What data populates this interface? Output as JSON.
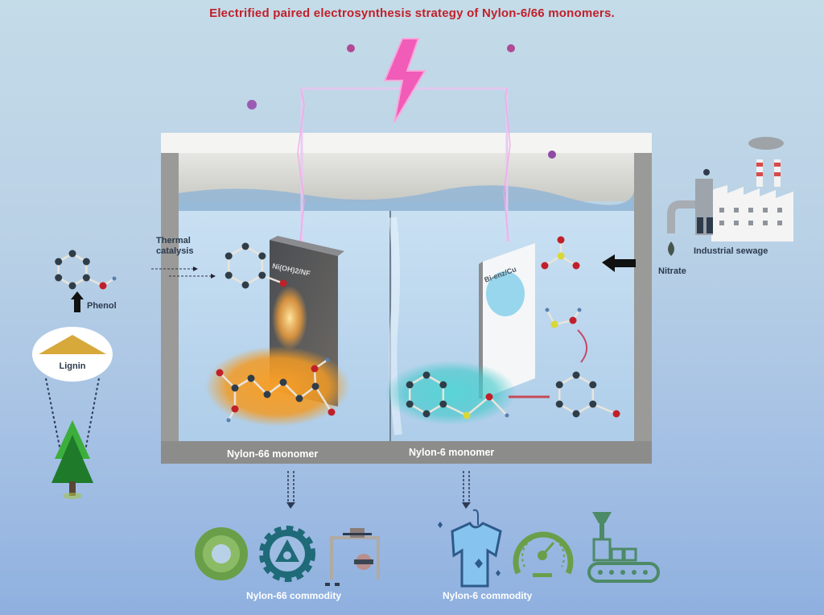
{
  "title": "Electrified paired electrosynthesis strategy of Nylon-6/66 monomers.",
  "left_panel": {
    "phenol_label": "Phenol",
    "lignin_label": "Lignin",
    "thermal_label_line1": "Thermal",
    "thermal_label_line2": "catalysis"
  },
  "anode": {
    "electrode_label": "Ni(OH)2/NF",
    "product_label": "Nylon-66 monomer"
  },
  "cathode": {
    "electrode_label": "Bi-enz/Cu",
    "product_label": "Nylon-6 monomer"
  },
  "right_panel": {
    "source_label": "Industrial sewage",
    "nitrate_label": "Nitrate"
  },
  "commodities": {
    "nylon66_label": "Nylon-66 commodity",
    "nylon6_label": "Nylon-6 commodity",
    "nylon66_icons": [
      "bearing-icon",
      "gear-icon",
      "pipe-fittings-icon"
    ],
    "nylon6_icons": [
      "tshirt-icon",
      "speedometer-icon",
      "conveyor-factory-icon"
    ]
  },
  "colors": {
    "title": "#c0202a",
    "lightning": "#f05cb8",
    "anode_glow": "#f29a24",
    "cathode_glow": "#3ec9c9",
    "icon_green": "#6a9f4a",
    "icon_teal": "#1f6a78",
    "oxygen_atom": "#c0202a",
    "sulfur_atom": "#d8d838",
    "carbon_atom": "#2f3d48"
  }
}
